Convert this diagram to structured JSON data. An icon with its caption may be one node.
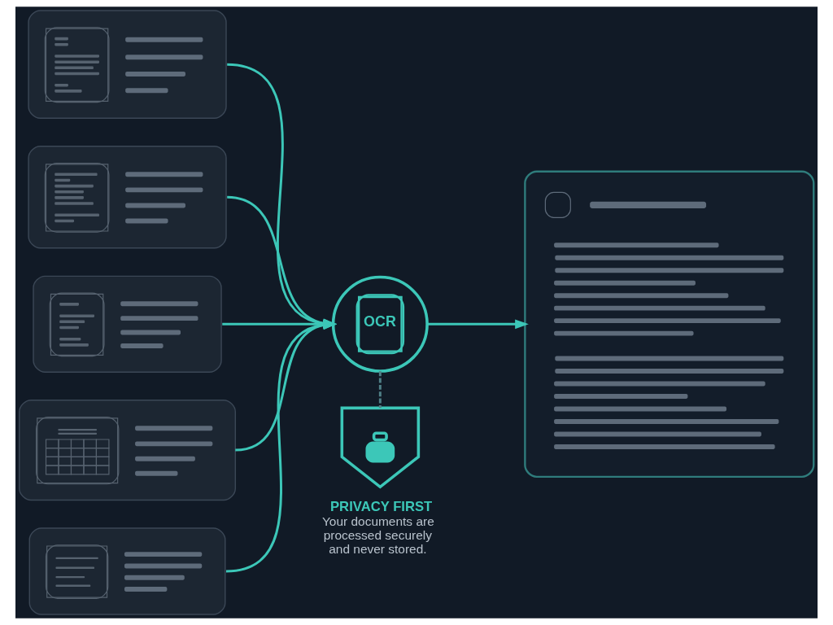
{
  "diagram": {
    "nodes": [
      {
        "text": [],
        "shape": "picture"
      },
      {
        "text": [],
        "shape": "picture"
      },
      {
        "text": [],
        "shape": "picture"
      },
      {
        "text": [],
        "shape": "picture"
      },
      {
        "text": [],
        "shape": "picture"
      },
      {
        "text": [
          "OCR"
        ]
      },
      {
        "text": [],
        "shape": "picture"
      },
      {
        "text": [],
        "shape": "shield",
        "beside": [
          "PRIVACY FIRST",
          "Your documents are processed securely and never stored."
        ]
      }
    ],
    "edges": [
      {
        "from": 0,
        "to": 5,
        "arrow": "to"
      },
      {
        "from": 1,
        "to": 5,
        "arrow": "to"
      },
      {
        "from": 2,
        "to": 5,
        "arrow": "to"
      },
      {
        "from": 3,
        "to": 5,
        "arrow": "to"
      },
      {
        "from": 4,
        "to": 5,
        "arrow": "to"
      },
      {
        "from": 5,
        "to": 6,
        "arrow": "to"
      },
      {
        "from": 5,
        "to": 7,
        "arrow": "none",
        "style": "dashed",
        "color": "#4f7f86"
      }
    ]
  }
}
